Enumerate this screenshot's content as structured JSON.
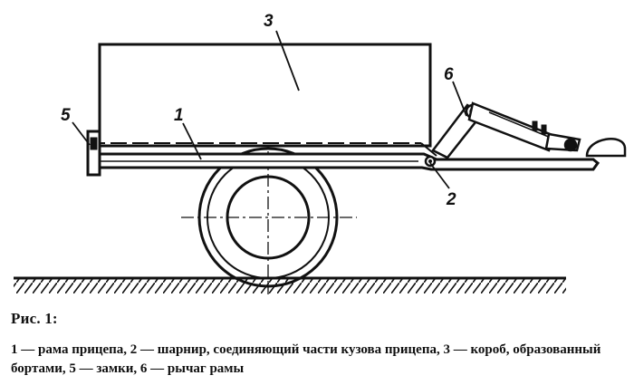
{
  "figure": {
    "labels": {
      "frame": "1",
      "hinge": "2",
      "box": "3",
      "lock": "5",
      "lever": "6"
    }
  },
  "caption": {
    "title": "Рис. 1:",
    "text": "1 — рама прицепа, 2 — шарнир, соединяющий части кузова прицепа, 3 — короб, образованный бортами, 5 — замки, 6 — рычаг рамы"
  },
  "colors": {
    "ink": "#111111",
    "paper": "#ffffff"
  }
}
